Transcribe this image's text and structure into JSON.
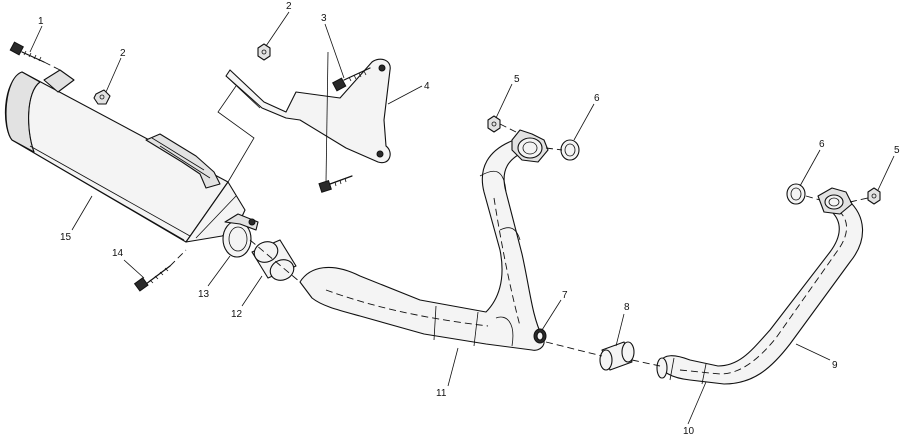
{
  "callouts": [
    {
      "id": "c1",
      "text": "1"
    },
    {
      "id": "c2a",
      "text": "2"
    },
    {
      "id": "c2b",
      "text": "2"
    },
    {
      "id": "c3",
      "text": "3"
    },
    {
      "id": "c4",
      "text": "4"
    },
    {
      "id": "c5a",
      "text": "5"
    },
    {
      "id": "c5b",
      "text": "5"
    },
    {
      "id": "c6a",
      "text": "6"
    },
    {
      "id": "c6b",
      "text": "6"
    },
    {
      "id": "c7",
      "text": "7"
    },
    {
      "id": "c8",
      "text": "8"
    },
    {
      "id": "c9",
      "text": "9"
    },
    {
      "id": "c10",
      "text": "10"
    },
    {
      "id": "c11",
      "text": "11"
    },
    {
      "id": "c12",
      "text": "12"
    },
    {
      "id": "c13",
      "text": "13"
    },
    {
      "id": "c14",
      "text": "14"
    },
    {
      "id": "c15",
      "text": "15"
    }
  ]
}
